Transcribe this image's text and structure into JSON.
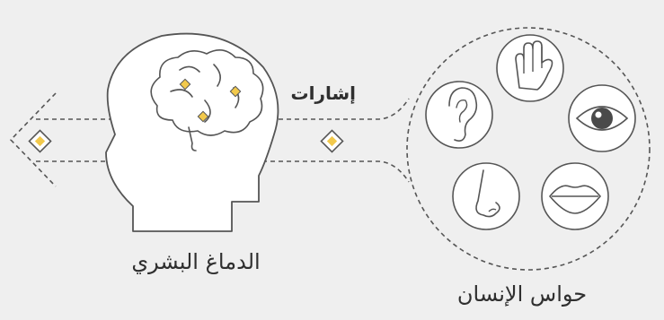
{
  "labels": {
    "signals": "إشارات",
    "human_brain": "الدماغ البشري",
    "human_senses": "حواس الإنسان"
  },
  "senses": [
    "hand",
    "eye",
    "mouth",
    "nose",
    "ear"
  ],
  "colors": {
    "background": "#efefef",
    "line": "#555555",
    "accent": "#f2c94c"
  }
}
